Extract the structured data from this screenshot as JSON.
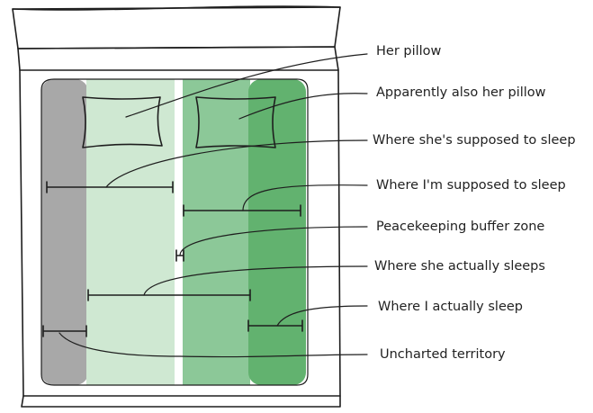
{
  "diagram": {
    "labels": [
      {
        "id": "her-pillow",
        "text": "Her pillow"
      },
      {
        "id": "also-her-pillow",
        "text": "Apparently also her pillow"
      },
      {
        "id": "her-supposed",
        "text": "Where she's supposed to sleep"
      },
      {
        "id": "my-supposed",
        "text": "Where I'm supposed to sleep"
      },
      {
        "id": "buffer-zone",
        "text": "Peacekeeping buffer zone"
      },
      {
        "id": "her-actual",
        "text": "Where she actually sleeps"
      },
      {
        "id": "my-actual",
        "text": "Where I actually sleep"
      },
      {
        "id": "uncharted",
        "text": "Uncharted territory"
      }
    ],
    "colors": {
      "grey_strip": "#a8a8a8",
      "light_green": "#cfe8d2",
      "mid_green": "#8cc898",
      "dark_green": "#62b26f",
      "divider": "#ffffff",
      "pillow": "#ffffff",
      "ink": "#1e1e1e"
    }
  }
}
